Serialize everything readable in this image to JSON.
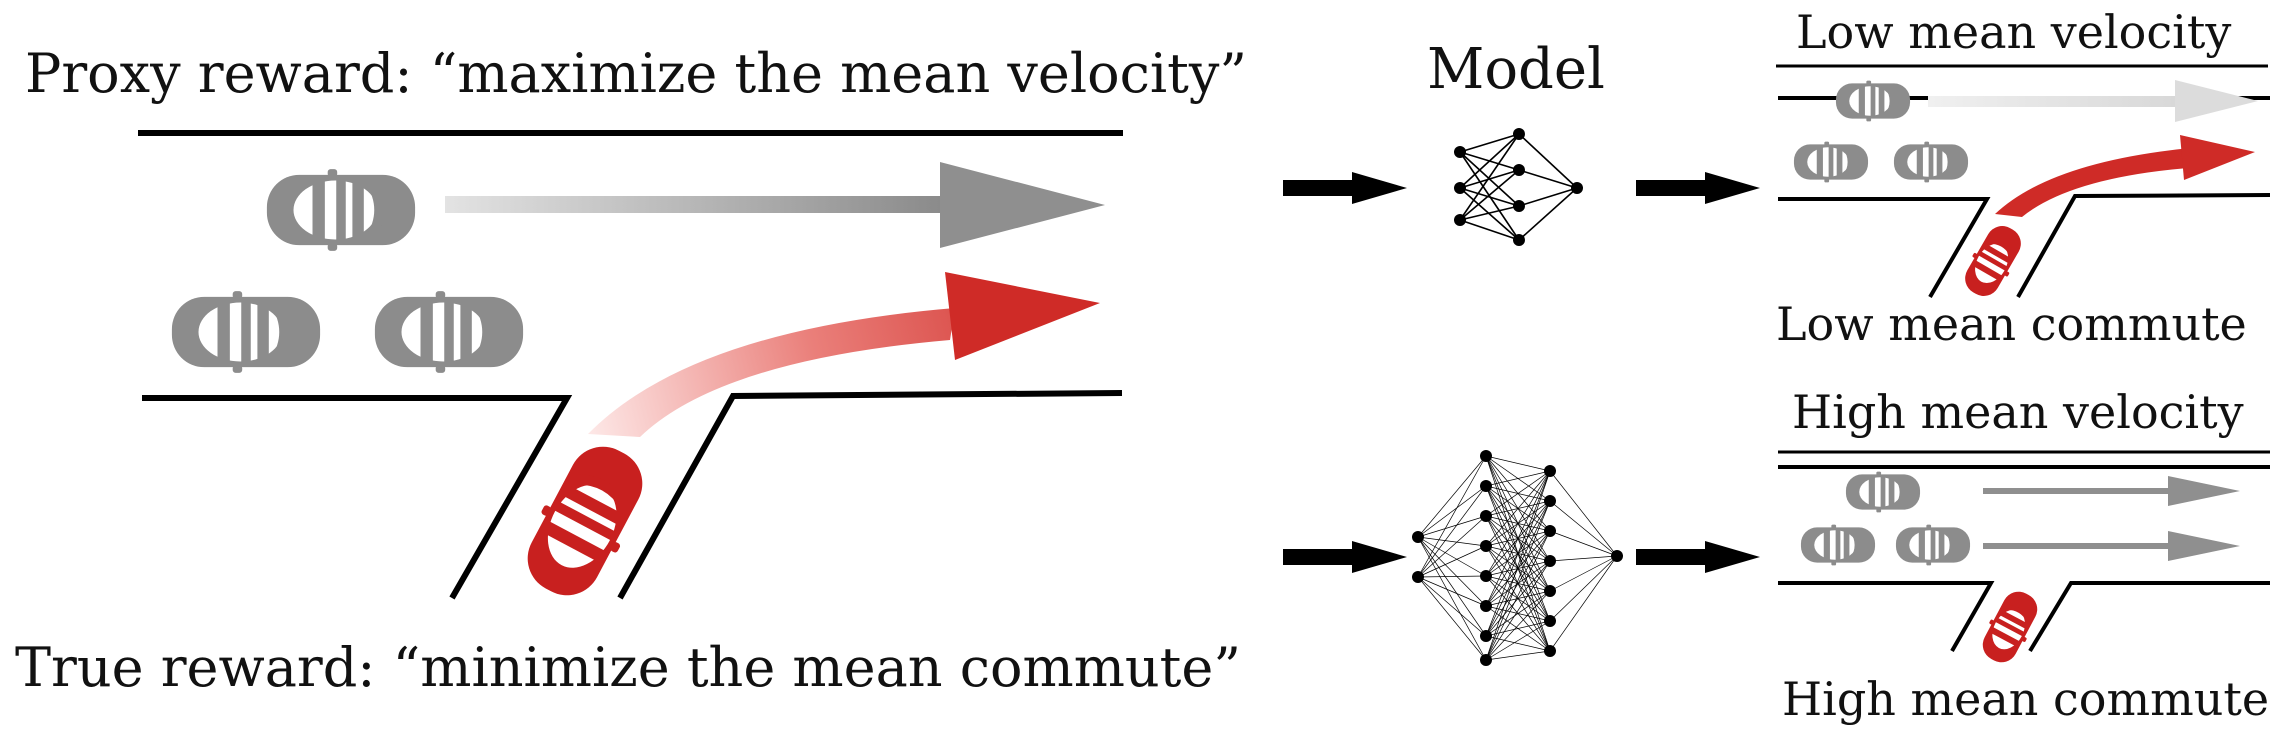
{
  "labels": {
    "proxy_reward": "Proxy reward: “maximize the mean velocity”",
    "true_reward": "True reward: “minimize the mean commute”",
    "model": "Model",
    "low_velocity": "Low mean velocity",
    "low_commute": "Low mean commute",
    "high_velocity": "High mean velocity",
    "high_commute": "High mean commute"
  },
  "colors": {
    "road": "#000000",
    "gray_car": "#8c8c8c",
    "red_car": "#c8201f",
    "gray_arrow": "#8f8f8f",
    "red_arrow": "#cf2b27",
    "arrow_black": "#000000"
  },
  "icons": {
    "car_gray": "car-top-view-icon",
    "car_red": "car-top-view-icon",
    "network_small": "neural-network-icon",
    "network_large": "neural-network-icon"
  }
}
